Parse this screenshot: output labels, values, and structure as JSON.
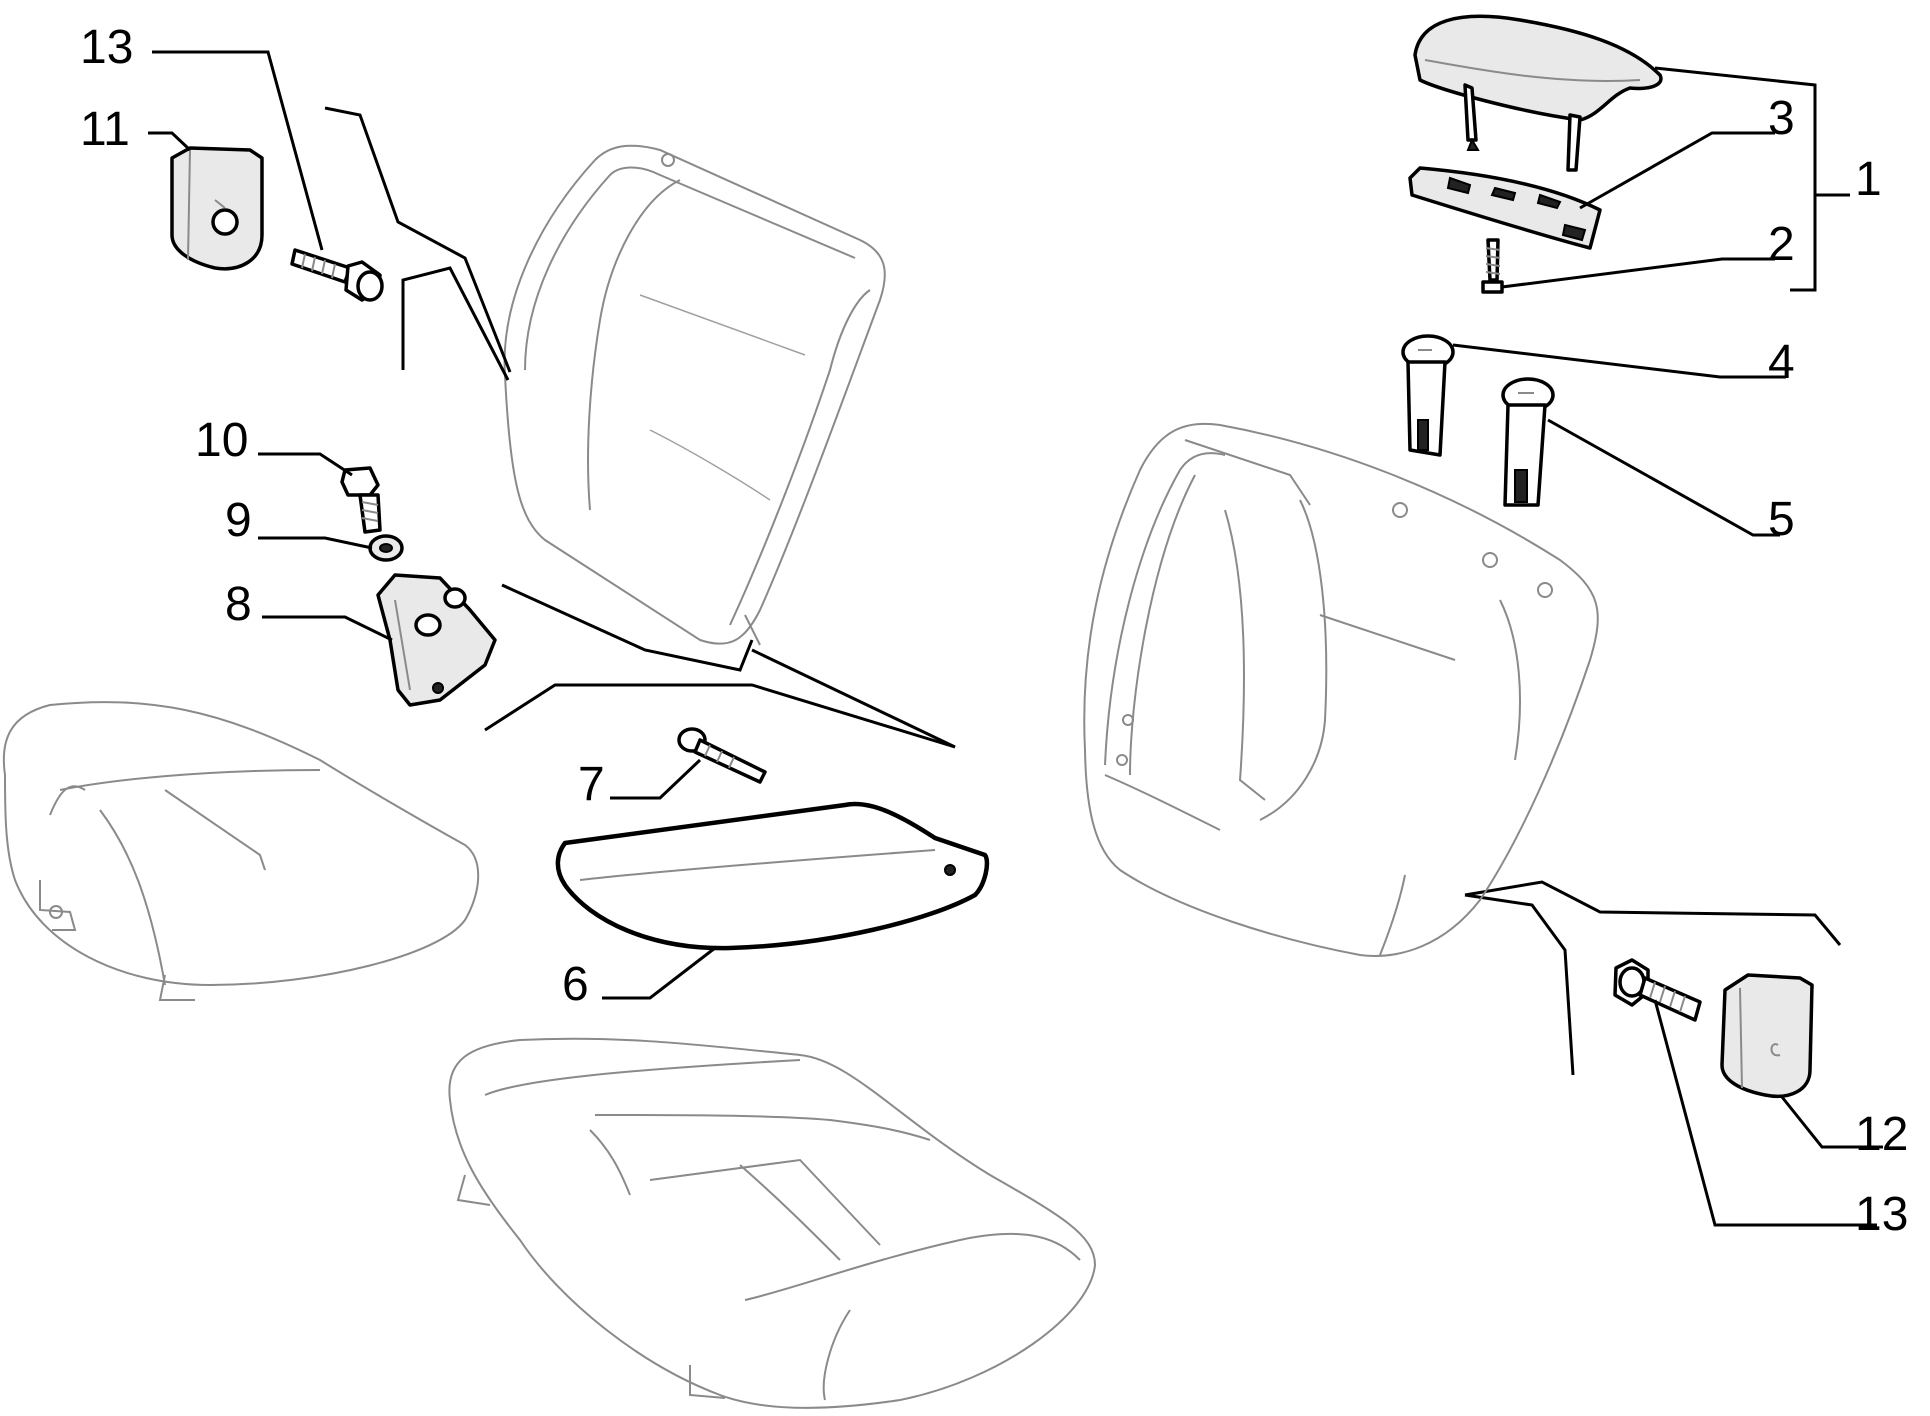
{
  "callouts": {
    "c1": "1",
    "c2": "2",
    "c3": "3",
    "c4": "4",
    "c5": "5",
    "c6": "6",
    "c7": "7",
    "c8": "8",
    "c9": "9",
    "c10": "10",
    "c11": "11",
    "c12": "12",
    "c13_top": "13",
    "c13_bottom": "13"
  },
  "icon_names": {
    "headrest": "headrest-icon",
    "screw": "screw-icon",
    "bolt": "bolt-icon",
    "cap": "cover-cap-icon",
    "bracket": "hinge-bracket-icon",
    "guide": "headrest-guide-icon",
    "cushion": "seat-cushion-icon",
    "backrest": "seat-backrest-icon",
    "pad": "armrest-pad-icon"
  }
}
